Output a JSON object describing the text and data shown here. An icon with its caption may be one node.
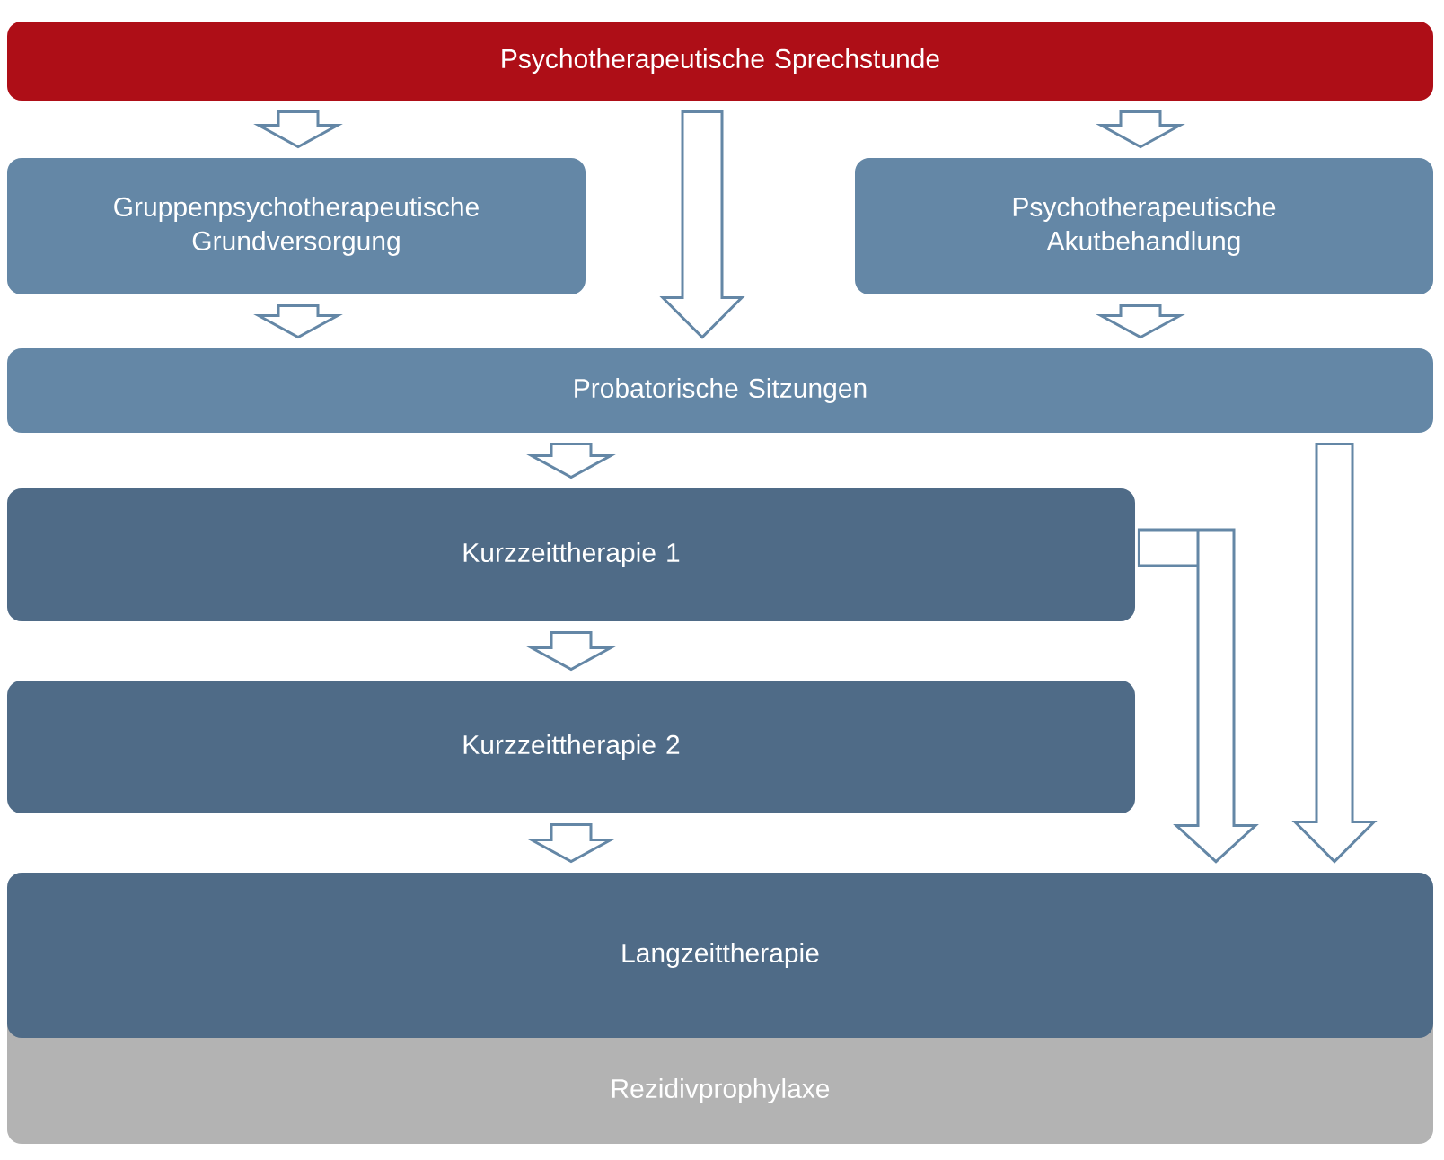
{
  "diagram": {
    "nodes": [
      {
        "text": [
          "Psychotherapeutische Sprechstunde"
        ]
      },
      {
        "text": [
          "Gruppenpsychotherapeutische Grundversorgung"
        ]
      },
      {
        "text": [
          "Psychotherapeutische Akutbehandlung"
        ]
      },
      {
        "text": [
          "Probatorische Sitzungen"
        ]
      },
      {
        "text": [
          "Kurzzeittherapie 1"
        ]
      },
      {
        "text": [
          "Kurzzeittherapie 2"
        ]
      },
      {
        "text": [
          "Langzeittherapie"
        ]
      },
      {
        "text": [
          "Rezidivprophylaxe"
        ]
      }
    ],
    "edges": [
      {
        "from": 0,
        "to": 1,
        "arrow": "to"
      },
      {
        "from": 0,
        "to": 3,
        "arrow": "to"
      },
      {
        "from": 0,
        "to": 2,
        "arrow": "to"
      },
      {
        "from": 1,
        "to": 3,
        "arrow": "to"
      },
      {
        "from": 2,
        "to": 3,
        "arrow": "to"
      },
      {
        "from": 3,
        "to": 4,
        "arrow": "to"
      },
      {
        "from": 4,
        "to": 5,
        "arrow": "to"
      },
      {
        "from": 5,
        "to": 6,
        "arrow": "to"
      },
      {
        "from": 4,
        "to": 6,
        "arrow": "to"
      },
      {
        "from": 3,
        "to": 6,
        "arrow": "to"
      }
    ]
  }
}
